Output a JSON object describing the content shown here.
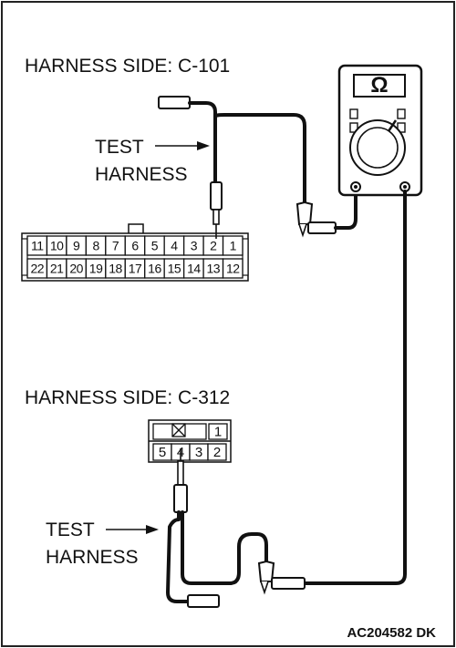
{
  "frame": {
    "code": "AC204582 DK"
  },
  "connector_c101": {
    "title": "HARNESS SIDE: C-101",
    "top_pins": [
      "11",
      "10",
      "9",
      "8",
      "7",
      "6",
      "5",
      "4",
      "3",
      "2",
      "1"
    ],
    "bottom_pins": [
      "22",
      "21",
      "20",
      "19",
      "18",
      "17",
      "16",
      "15",
      "14",
      "13",
      "12"
    ],
    "probe_pin": "2"
  },
  "connector_c312": {
    "title": "HARNESS SIDE: C-312",
    "top_pins": [
      "1"
    ],
    "bottom_pins": [
      "5",
      "4",
      "3",
      "2"
    ],
    "probe_pin": "4"
  },
  "test_harness_upper": {
    "line1": "TEST",
    "line2": "HARNESS"
  },
  "test_harness_lower": {
    "line1": "TEST",
    "line2": "HARNESS"
  },
  "meter": {
    "display": "Ω",
    "mode": "ohm-range"
  }
}
